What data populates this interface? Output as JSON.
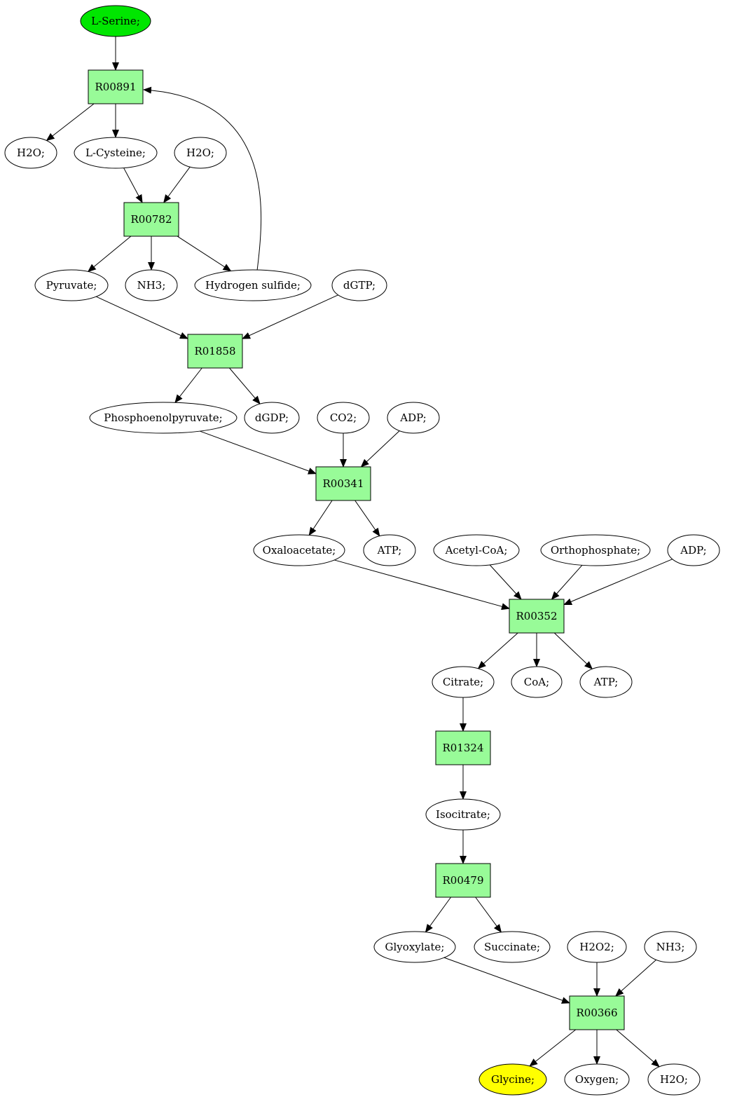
{
  "colors": {
    "start_fill": "#00e600",
    "end_fill": "#ffff00",
    "reaction_fill": "#98fb98",
    "compound_fill": "#ffffff",
    "stroke": "#000000"
  },
  "nodes": [
    {
      "id": "c_lserine",
      "label": "L-Serine;",
      "kind": "start"
    },
    {
      "id": "r_R00891",
      "label": "R00891",
      "kind": "reaction"
    },
    {
      "id": "c_h2o_1",
      "label": "H2O;",
      "kind": "compound"
    },
    {
      "id": "c_lcysteine",
      "label": "L-Cysteine;",
      "kind": "compound"
    },
    {
      "id": "c_h2o_2",
      "label": "H2O;",
      "kind": "compound"
    },
    {
      "id": "r_R00782",
      "label": "R00782",
      "kind": "reaction"
    },
    {
      "id": "c_pyruvate",
      "label": "Pyruvate;",
      "kind": "compound"
    },
    {
      "id": "c_nh3_1",
      "label": "NH3;",
      "kind": "compound"
    },
    {
      "id": "c_h2s",
      "label": "Hydrogen sulfide;",
      "kind": "compound"
    },
    {
      "id": "c_dgtp",
      "label": "dGTP;",
      "kind": "compound"
    },
    {
      "id": "r_R01858",
      "label": "R01858",
      "kind": "reaction"
    },
    {
      "id": "c_pep",
      "label": "Phosphoenolpyruvate;",
      "kind": "compound"
    },
    {
      "id": "c_dgdp",
      "label": "dGDP;",
      "kind": "compound"
    },
    {
      "id": "c_co2",
      "label": "CO2;",
      "kind": "compound"
    },
    {
      "id": "c_adp_1",
      "label": "ADP;",
      "kind": "compound"
    },
    {
      "id": "r_R00341",
      "label": "R00341",
      "kind": "reaction"
    },
    {
      "id": "c_oxaloacetate",
      "label": "Oxaloacetate;",
      "kind": "compound"
    },
    {
      "id": "c_atp_1",
      "label": "ATP;",
      "kind": "compound"
    },
    {
      "id": "c_acetylcoa",
      "label": "Acetyl-CoA;",
      "kind": "compound"
    },
    {
      "id": "c_orthophosphate",
      "label": "Orthophosphate;",
      "kind": "compound"
    },
    {
      "id": "c_adp_2",
      "label": "ADP;",
      "kind": "compound"
    },
    {
      "id": "r_R00352",
      "label": "R00352",
      "kind": "reaction"
    },
    {
      "id": "c_citrate",
      "label": "Citrate;",
      "kind": "compound"
    },
    {
      "id": "c_coa",
      "label": "CoA;",
      "kind": "compound"
    },
    {
      "id": "c_atp_2",
      "label": "ATP;",
      "kind": "compound"
    },
    {
      "id": "r_R01324",
      "label": "R01324",
      "kind": "reaction"
    },
    {
      "id": "c_isocitrate",
      "label": "Isocitrate;",
      "kind": "compound"
    },
    {
      "id": "r_R00479",
      "label": "R00479",
      "kind": "reaction"
    },
    {
      "id": "c_glyoxylate",
      "label": "Glyoxylate;",
      "kind": "compound"
    },
    {
      "id": "c_succinate",
      "label": "Succinate;",
      "kind": "compound"
    },
    {
      "id": "c_h2o2",
      "label": "H2O2;",
      "kind": "compound"
    },
    {
      "id": "c_nh3_2",
      "label": "NH3;",
      "kind": "compound"
    },
    {
      "id": "r_R00366",
      "label": "R00366",
      "kind": "reaction"
    },
    {
      "id": "c_glycine",
      "label": "Glycine;",
      "kind": "end"
    },
    {
      "id": "c_oxygen",
      "label": "Oxygen;",
      "kind": "compound"
    },
    {
      "id": "c_h2o_3",
      "label": "H2O;",
      "kind": "compound"
    }
  ],
  "edges": [
    {
      "from": "c_lserine",
      "to": "r_R00891"
    },
    {
      "from": "r_R00891",
      "to": "c_h2o_1"
    },
    {
      "from": "r_R00891",
      "to": "c_lcysteine"
    },
    {
      "from": "c_lcysteine",
      "to": "r_R00782"
    },
    {
      "from": "c_h2o_2",
      "to": "r_R00782"
    },
    {
      "from": "r_R00782",
      "to": "c_pyruvate"
    },
    {
      "from": "r_R00782",
      "to": "c_nh3_1"
    },
    {
      "from": "r_R00782",
      "to": "c_h2s"
    },
    {
      "from": "c_h2s",
      "to": "r_R00891"
    },
    {
      "from": "c_pyruvate",
      "to": "r_R01858"
    },
    {
      "from": "c_dgtp",
      "to": "r_R01858"
    },
    {
      "from": "r_R01858",
      "to": "c_pep"
    },
    {
      "from": "r_R01858",
      "to": "c_dgdp"
    },
    {
      "from": "c_pep",
      "to": "r_R00341"
    },
    {
      "from": "c_co2",
      "to": "r_R00341"
    },
    {
      "from": "c_adp_1",
      "to": "r_R00341"
    },
    {
      "from": "r_R00341",
      "to": "c_oxaloacetate"
    },
    {
      "from": "r_R00341",
      "to": "c_atp_1"
    },
    {
      "from": "c_oxaloacetate",
      "to": "r_R00352"
    },
    {
      "from": "c_acetylcoa",
      "to": "r_R00352"
    },
    {
      "from": "c_orthophosphate",
      "to": "r_R00352"
    },
    {
      "from": "c_adp_2",
      "to": "r_R00352"
    },
    {
      "from": "r_R00352",
      "to": "c_citrate"
    },
    {
      "from": "r_R00352",
      "to": "c_coa"
    },
    {
      "from": "r_R00352",
      "to": "c_atp_2"
    },
    {
      "from": "c_citrate",
      "to": "r_R01324"
    },
    {
      "from": "r_R01324",
      "to": "c_isocitrate"
    },
    {
      "from": "c_isocitrate",
      "to": "r_R00479"
    },
    {
      "from": "r_R00479",
      "to": "c_glyoxylate"
    },
    {
      "from": "r_R00479",
      "to": "c_succinate"
    },
    {
      "from": "c_glyoxylate",
      "to": "r_R00366"
    },
    {
      "from": "c_h2o2",
      "to": "r_R00366"
    },
    {
      "from": "c_nh3_2",
      "to": "r_R00366"
    },
    {
      "from": "r_R00366",
      "to": "c_glycine"
    },
    {
      "from": "r_R00366",
      "to": "c_oxygen"
    },
    {
      "from": "r_R00366",
      "to": "c_h2o_3"
    }
  ]
}
